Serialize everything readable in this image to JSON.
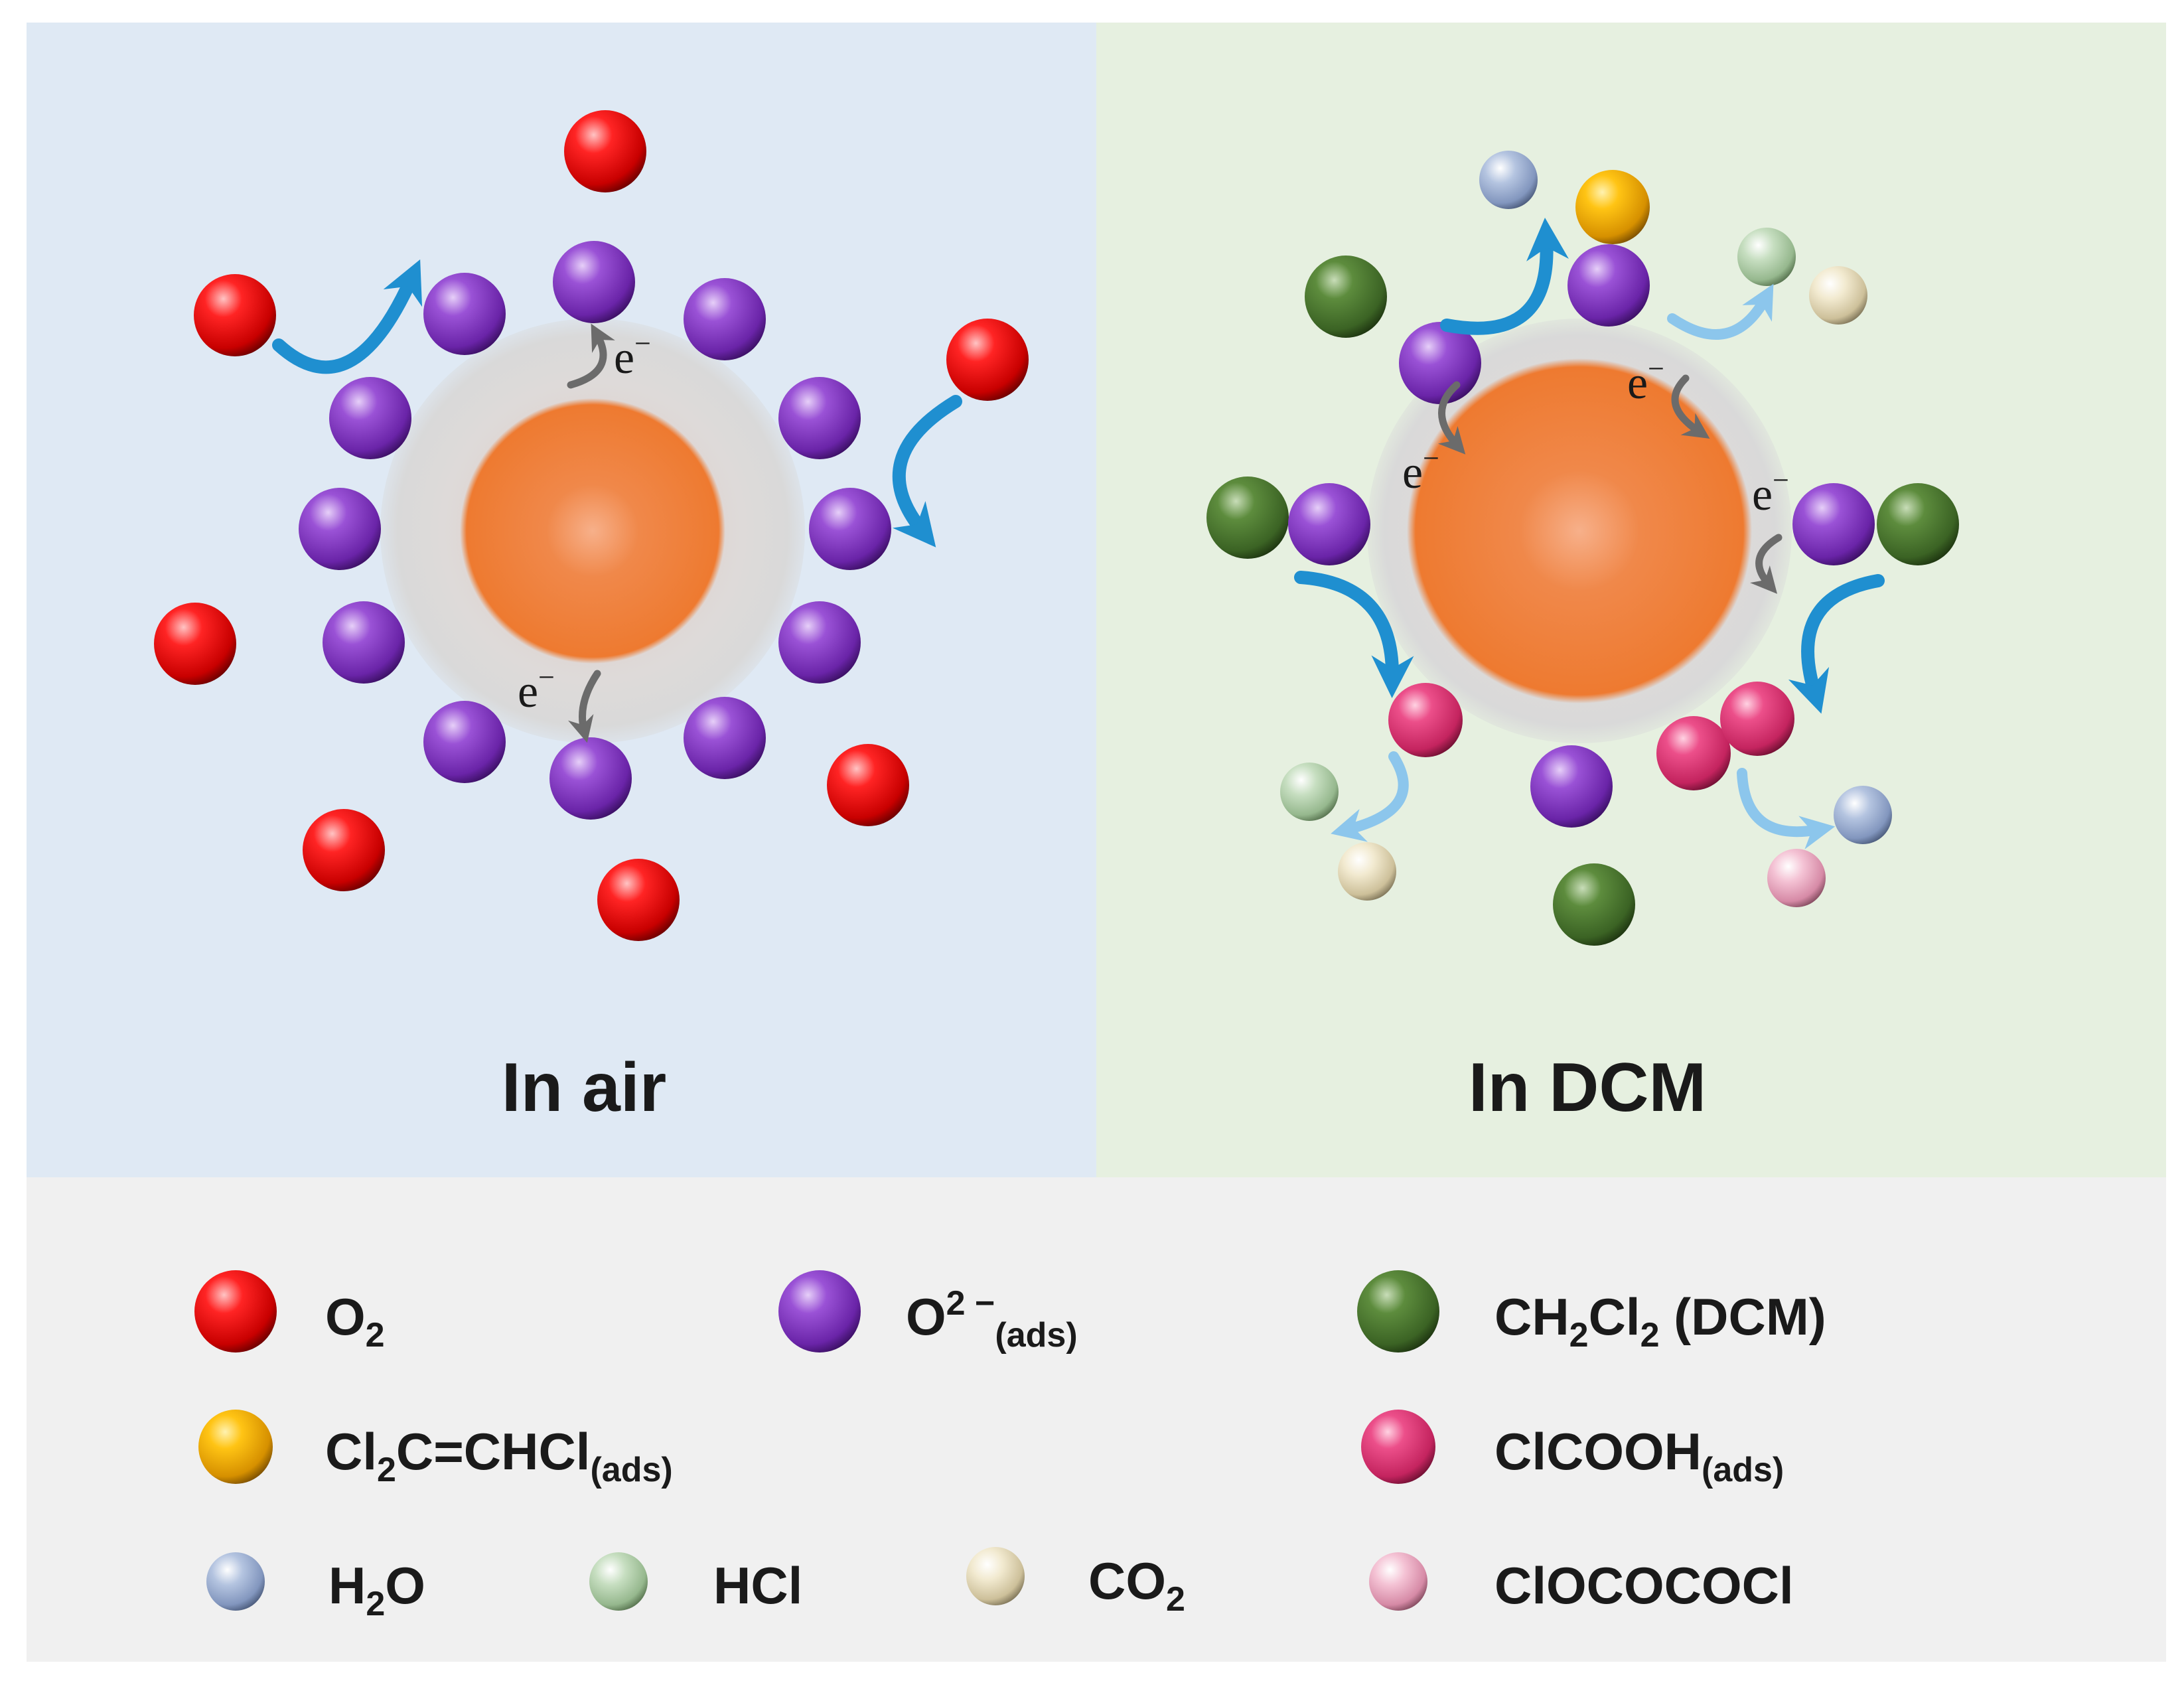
{
  "panels": {
    "left_title": "In air",
    "right_title": "In DCM"
  },
  "electron": {
    "base": "e",
    "charge": "−"
  },
  "legend": {
    "o2": {
      "main": "O",
      "sub": "2"
    },
    "o2ads": {
      "main": "O",
      "sup": "2 −",
      "sub": "(ads)"
    },
    "dcm": {
      "p1": "CH",
      "s1": "2",
      "p2": "Cl",
      "s2": "2",
      "p3": " (DCM)"
    },
    "dcmads": {
      "p1": "Cl",
      "s1": "2",
      "p2": "C=CHCl",
      "s2": "(ads)"
    },
    "clcooh": {
      "p1": "ClCOOH",
      "s1": "(ads)"
    },
    "h2o": {
      "p1": "H",
      "s1": "2",
      "p2": "O"
    },
    "hcl": {
      "p1": "HCl"
    },
    "co2": {
      "p1": "CO",
      "s1": "2"
    },
    "clococ": {
      "p1": "ClOCOCOCl"
    }
  },
  "colors": {
    "air_bg": "#dfe9f4",
    "dcm_bg": "#e6f0e0",
    "legend_bg": "#f0f0f0",
    "core": "#ee7c34",
    "shell": "#d6d6d6",
    "o2": "#e01010",
    "o2ads": "#8a3fc4",
    "dcm": "#4e7a33",
    "dcmads": "#f2b800",
    "clcooh": "#e2407e",
    "h2o": "#a6b8d8",
    "hcl": "#bcd6b4",
    "co2": "#ede3c4",
    "clococ": "#f1b6cc",
    "arrow_blue": "#1f8fd0",
    "arrow_light": "#8cc6ec",
    "arrow_grey": "#6b6b6b"
  }
}
